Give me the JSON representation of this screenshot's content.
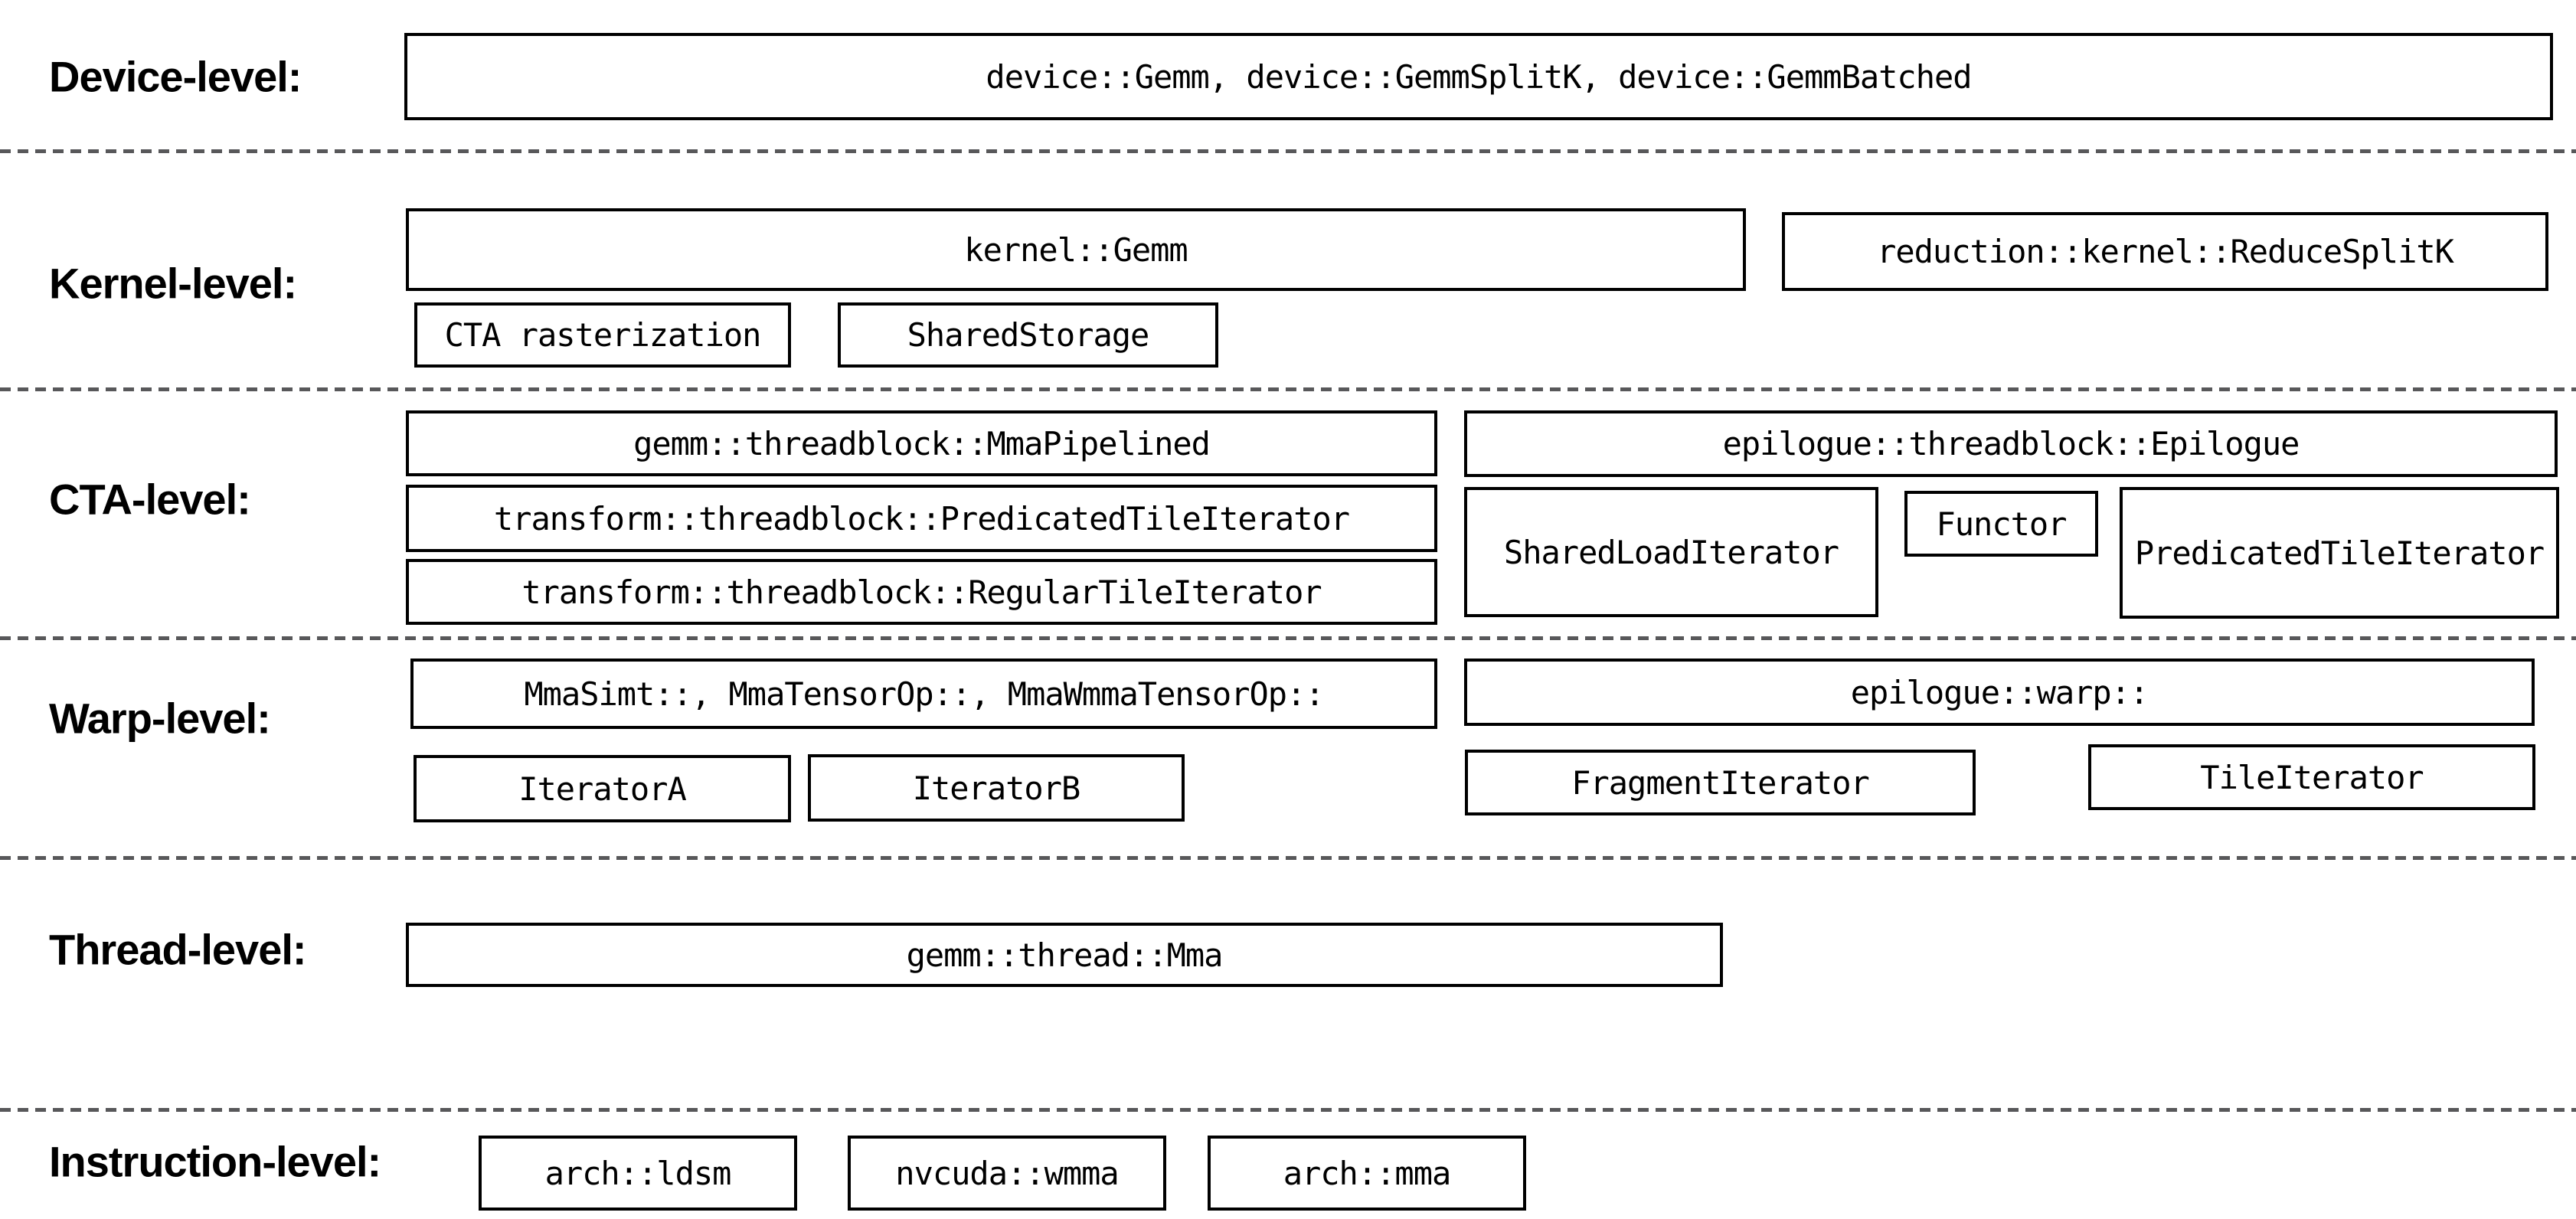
{
  "diagram_title": "GEMM hierarchy levels diagram",
  "colors": {
    "background": "#ffffff",
    "box_border": "#000000",
    "text": "#000000",
    "dashed_separator": "#58585a"
  },
  "levels": {
    "device": {
      "label": "Device-level:"
    },
    "kernel": {
      "label": "Kernel-level:"
    },
    "cta": {
      "label": "CTA-level:"
    },
    "warp": {
      "label": "Warp-level:"
    },
    "thread": {
      "label": "Thread-level:"
    },
    "instruction": {
      "label": "Instruction-level:"
    }
  },
  "boxes": {
    "device_gemm": "device::Gemm, device::GemmSplitK, device::GemmBatched",
    "kernel_gemm": "kernel::Gemm",
    "reduce_splitk": "reduction::kernel::ReduceSplitK",
    "cta_rasterization": "CTA rasterization",
    "shared_storage": "SharedStorage",
    "mma_pipelined": "gemm::threadblock::MmaPipelined",
    "epilogue_threadblock": "epilogue::threadblock::Epilogue",
    "transform_predicated_tile_iterator": "transform::threadblock::PredicatedTileIterator",
    "shared_load_iterator": "SharedLoadIterator",
    "functor": "Functor",
    "predicated_tile_iterator": "PredicatedTileIterator",
    "transform_regular_tile_iterator": "transform::threadblock::RegularTileIterator",
    "mma_simt": "MmaSimt::, MmaTensorOp::, MmaWmmaTensorOp::",
    "epilogue_warp": "epilogue::warp::",
    "iterator_a": "IteratorA",
    "iterator_b": "IteratorB",
    "fragment_iterator": "FragmentIterator",
    "tile_iterator": "TileIterator",
    "gemm_thread_mma": "gemm::thread::Mma",
    "arch_ldsm": "arch::ldsm",
    "nvcuda_wmma": "nvcuda::wmma",
    "arch_mma": "arch::mma"
  }
}
